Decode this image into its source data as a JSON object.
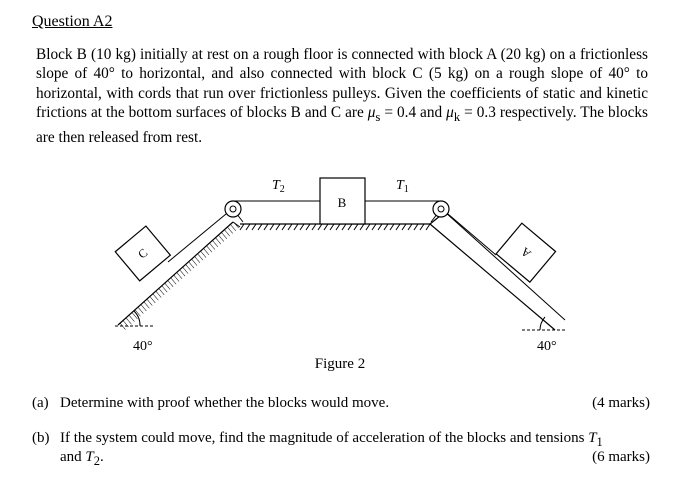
{
  "heading": "Question A2",
  "problem": {
    "part1": "Block B (10 kg) initially at rest on a rough floor is connected with block A (20 kg) on a frictionless slope of 40° to horizontal, and also connected with block C (5 kg) on a rough slope of 40° to horizontal, with cords that run over frictionless pulleys. Given the coefficients of static and kinetic frictions at the bottom surfaces of blocks B and C are ",
    "mu_s_symbol": "μ",
    "mu_s_sub": "s",
    "mu_s_value": " = 0.4 and ",
    "mu_k_symbol": "μ",
    "mu_k_sub": "k",
    "mu_k_value": " = 0.3",
    "part2": " respectively. The blocks are then released from rest."
  },
  "figure": {
    "caption": "Figure 2",
    "block_b": "B",
    "block_c": "C",
    "block_a": "A",
    "tension_2": "T",
    "tension_2_sub": "2",
    "tension_1": "T",
    "tension_1_sub": "1",
    "angle_left": "40°",
    "angle_right": "40°"
  },
  "questions": [
    {
      "label": "(a)",
      "text": "Determine with proof whether the blocks would move.",
      "marks": "(4 marks)"
    },
    {
      "label": "(b)",
      "text_line1": "If the system could move, find the magnitude of acceleration of the blocks and tensions ",
      "t1": "T",
      "t1_sub": "1",
      "text_line2_pre": "and ",
      "t2": "T",
      "t2_sub": "2",
      "text_line2_post": ".",
      "marks": "(6 marks)"
    }
  ]
}
